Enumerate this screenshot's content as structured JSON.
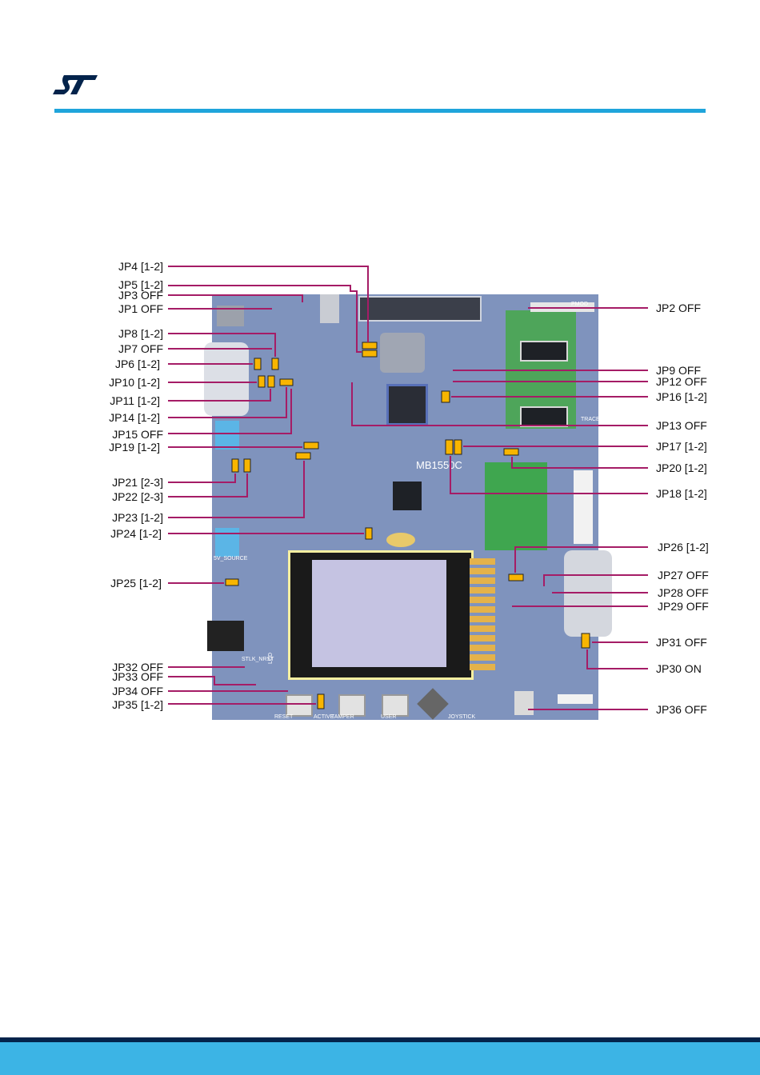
{
  "brand": {
    "logo_icon": "st-logo-icon",
    "accent_color": "#1fa5db",
    "footer_dark": "#03234b",
    "footer_light": "#3cb4e5"
  },
  "board": {
    "name": "MB1550C",
    "silkscreen": {
      "reset": "RESET",
      "tamper": "TAMPER",
      "user": "USER",
      "joystick": "JOYSTICK",
      "active": "ACTIVE",
      "stlk_nrst": "STLK_NRST",
      "pwr_source": "5V_SOURCE",
      "lcd": "LCD",
      "trace": "TRACE",
      "pmod": "PMOD"
    }
  },
  "callouts": [
    {
      "id": "jp4",
      "label": "JP4 [1-2]"
    },
    {
      "id": "jp5",
      "label": "JP5 [1-2]"
    },
    {
      "id": "jp3",
      "label": "JP3 OFF"
    },
    {
      "id": "jp1",
      "label": "JP1 OFF"
    },
    {
      "id": "jp8",
      "label": "JP8 [1-2]"
    },
    {
      "id": "jp7",
      "label": "JP7 OFF"
    },
    {
      "id": "jp6",
      "label": "JP6 [1-2]"
    },
    {
      "id": "jp10",
      "label": "JP10 [1-2]"
    },
    {
      "id": "jp11",
      "label": "JP11 [1-2]"
    },
    {
      "id": "jp14",
      "label": "JP14 [1-2]"
    },
    {
      "id": "jp15",
      "label": "JP15 OFF"
    },
    {
      "id": "jp19",
      "label": "JP19 [1-2]"
    },
    {
      "id": "jp21",
      "label": "JP21 [2-3]"
    },
    {
      "id": "jp22",
      "label": "JP22 [2-3]"
    },
    {
      "id": "jp23",
      "label": "JP23 [1-2]"
    },
    {
      "id": "jp24",
      "label": "JP24 [1-2]"
    },
    {
      "id": "jp25",
      "label": "JP25 [1-2]"
    },
    {
      "id": "jp32",
      "label": "JP32 OFF"
    },
    {
      "id": "jp33",
      "label": "JP33 OFF"
    },
    {
      "id": "jp34",
      "label": "JP34 OFF"
    },
    {
      "id": "jp35",
      "label": "JP35 [1-2]"
    },
    {
      "id": "jp2",
      "label": "JP2 OFF"
    },
    {
      "id": "jp9",
      "label": "JP9 OFF"
    },
    {
      "id": "jp12",
      "label": "JP12 OFF"
    },
    {
      "id": "jp16",
      "label": "JP16 [1-2]"
    },
    {
      "id": "jp13",
      "label": "JP13 OFF"
    },
    {
      "id": "jp17",
      "label": "JP17 [1-2]"
    },
    {
      "id": "jp20",
      "label": "JP20 [1-2]"
    },
    {
      "id": "jp18",
      "label": "JP18 [1-2]"
    },
    {
      "id": "jp26",
      "label": "JP26 [1-2]"
    },
    {
      "id": "jp27",
      "label": "JP27 OFF"
    },
    {
      "id": "jp28",
      "label": "JP28 OFF"
    },
    {
      "id": "jp29",
      "label": "JP29 OFF"
    },
    {
      "id": "jp31",
      "label": "JP31 OFF"
    },
    {
      "id": "jp30",
      "label": "JP30 ON"
    },
    {
      "id": "jp36",
      "label": "JP36 OFF"
    }
  ]
}
